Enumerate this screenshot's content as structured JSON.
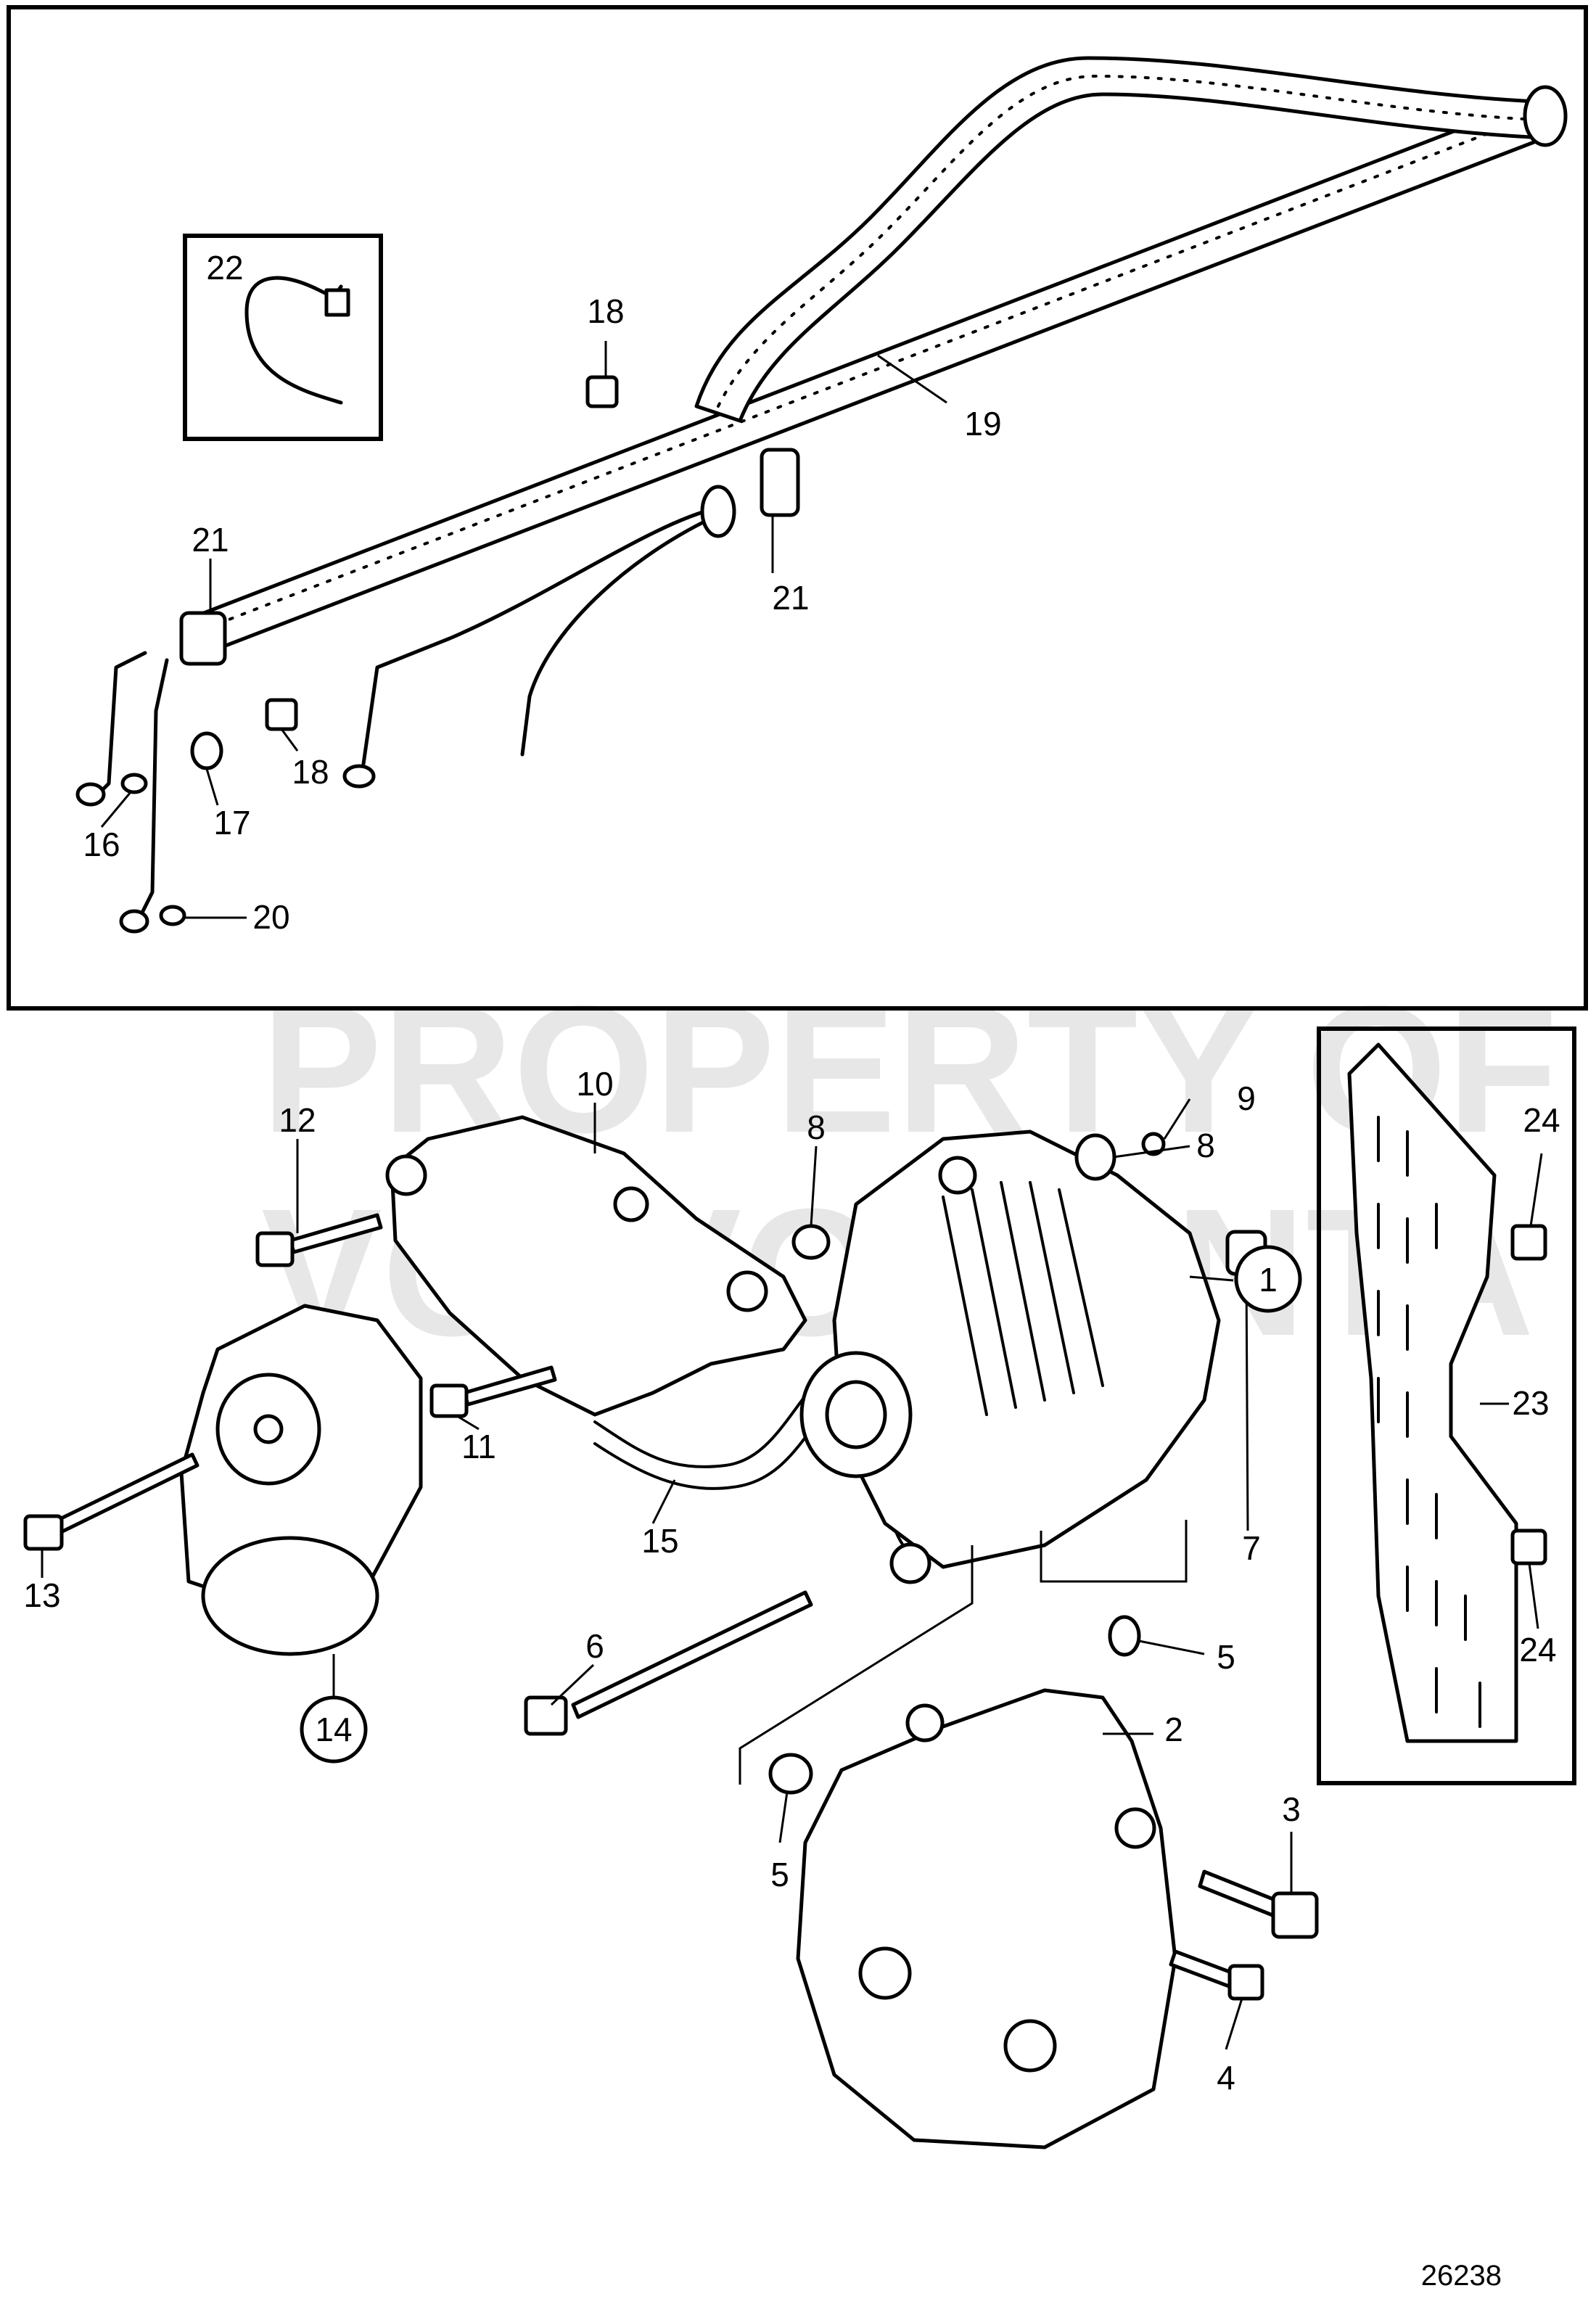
{
  "watermark": {
    "line1": "PROPERTY OF",
    "line2": "VOLVO PENTA"
  },
  "figure_number": "26238",
  "callouts": {
    "c1": "1",
    "c2": "2",
    "c3": "3",
    "c4": "4",
    "c5a": "5",
    "c5b": "5",
    "c6": "6",
    "c7": "7",
    "c8a": "8",
    "c8b": "8",
    "c9": "9",
    "c10": "10",
    "c11": "11",
    "c12": "12",
    "c13": "13",
    "c14": "14",
    "c15": "15",
    "c16": "16",
    "c17": "17",
    "c18a": "18",
    "c18b": "18",
    "c19": "19",
    "c20": "20",
    "c21a": "21",
    "c21b": "21",
    "c22": "22",
    "c23": "23",
    "c24a": "24",
    "c24b": "24"
  }
}
